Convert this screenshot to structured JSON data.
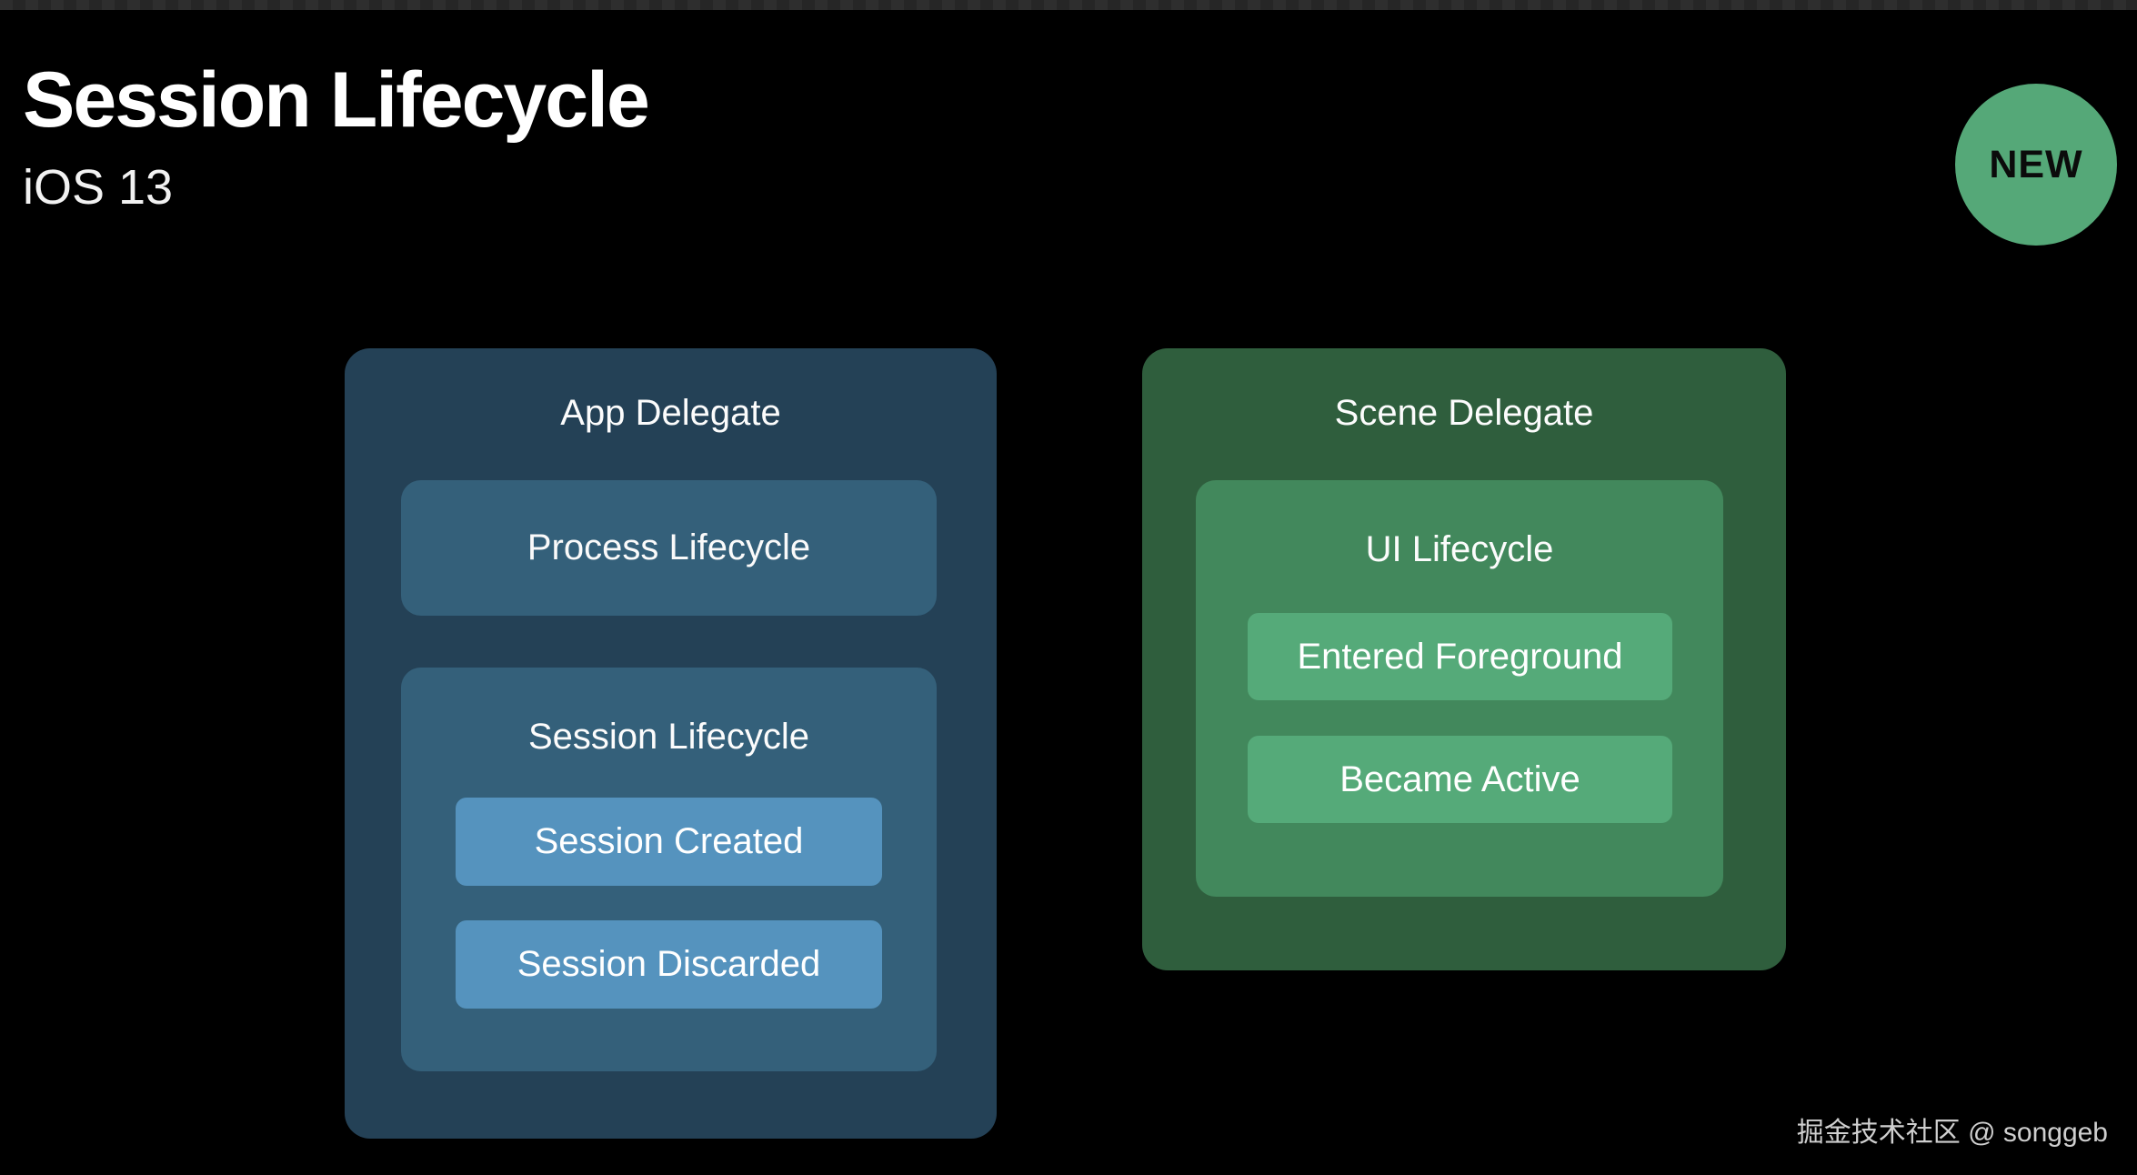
{
  "page": {
    "background": "#000000",
    "top_bar_color": "#2c2c2c"
  },
  "header": {
    "title": "Session Lifecycle",
    "subtitle": "iOS 13"
  },
  "badge": {
    "label": "NEW",
    "bg": "#55A878",
    "text_color": "#0B0B0B"
  },
  "diagram": {
    "app_delegate": {
      "title": "App Delegate",
      "colors": {
        "outer": "#244156",
        "inner": "#34607A",
        "leaf": "#5593BE"
      },
      "process_lifecycle": {
        "title": "Process Lifecycle"
      },
      "session_lifecycle": {
        "title": "Session Lifecycle",
        "children": [
          "Session Created",
          "Session Discarded"
        ]
      }
    },
    "scene_delegate": {
      "title": "Scene Delegate",
      "colors": {
        "outer": "#2F5E3D",
        "inner": "#42885C",
        "leaf": "#55AA79"
      },
      "ui_lifecycle": {
        "title": "UI Lifecycle",
        "children": [
          "Entered Foreground",
          "Became Active"
        ]
      }
    }
  },
  "watermark": {
    "text": "掘金技术社区 @ songgeb"
  }
}
